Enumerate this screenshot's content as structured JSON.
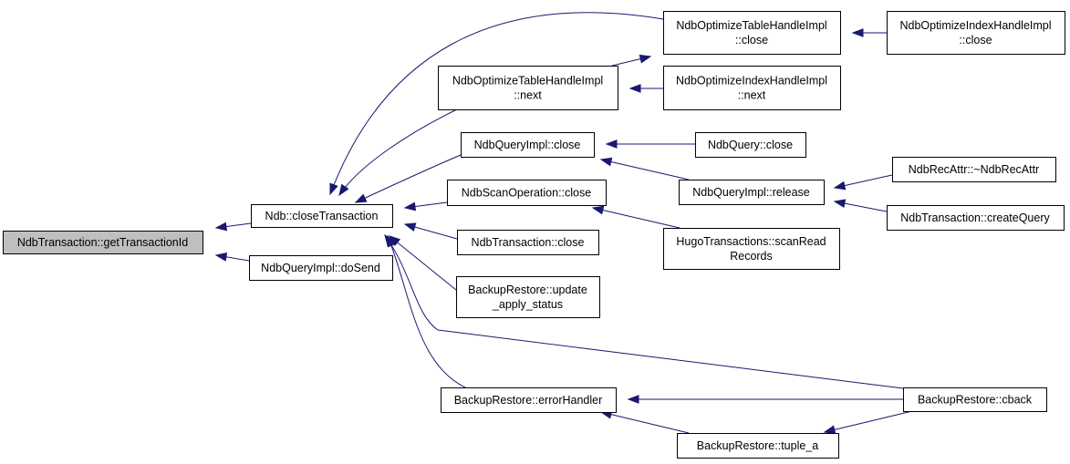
{
  "diagram": {
    "colors": {
      "edge": "#191970",
      "root_fill": "#bfbfbf",
      "node_fill": "#ffffff",
      "border": "#000000"
    },
    "nodes": [
      {
        "id": "getTransactionId",
        "lines": [
          "NdbTransaction::getTransactionId"
        ],
        "root": true
      },
      {
        "id": "closeTransaction",
        "lines": [
          "Ndb::closeTransaction"
        ]
      },
      {
        "id": "doSend",
        "lines": [
          "NdbQueryImpl::doSend"
        ]
      },
      {
        "id": "optTableNext",
        "lines": [
          "NdbOptimizeTableHandleImpl",
          "::next"
        ]
      },
      {
        "id": "optTableClose",
        "lines": [
          "NdbOptimizeTableHandleImpl",
          "::close"
        ]
      },
      {
        "id": "optIndexClose",
        "lines": [
          "NdbOptimizeIndexHandleImpl",
          "::close"
        ]
      },
      {
        "id": "optIndexNext",
        "lines": [
          "NdbOptimizeIndexHandleImpl",
          "::next"
        ]
      },
      {
        "id": "queryImplClose",
        "lines": [
          "NdbQueryImpl::close"
        ]
      },
      {
        "id": "queryClose",
        "lines": [
          "NdbQuery::close"
        ]
      },
      {
        "id": "queryImplRelease",
        "lines": [
          "NdbQueryImpl::release"
        ]
      },
      {
        "id": "recAttrDtor",
        "lines": [
          "NdbRecAttr::~NdbRecAttr"
        ]
      },
      {
        "id": "createQuery",
        "lines": [
          "NdbTransaction::createQuery"
        ]
      },
      {
        "id": "scanOpClose",
        "lines": [
          "NdbScanOperation::close"
        ]
      },
      {
        "id": "hugoScanRead",
        "lines": [
          "HugoTransactions::scanRead",
          "Records"
        ]
      },
      {
        "id": "transClose",
        "lines": [
          "NdbTransaction::close"
        ]
      },
      {
        "id": "updateApply",
        "lines": [
          "BackupRestore::update",
          "_apply_status"
        ]
      },
      {
        "id": "errorHandler",
        "lines": [
          "BackupRestore::errorHandler"
        ]
      },
      {
        "id": "cback",
        "lines": [
          "BackupRestore::cback"
        ]
      },
      {
        "id": "tupleA",
        "lines": [
          "BackupRestore::tuple_a"
        ]
      }
    ],
    "edges": [
      {
        "from": "closeTransaction",
        "to": "getTransactionId"
      },
      {
        "from": "doSend",
        "to": "getTransactionId"
      },
      {
        "from": "optTableClose",
        "to": "closeTransaction"
      },
      {
        "from": "optTableNext",
        "to": "closeTransaction"
      },
      {
        "from": "queryImplClose",
        "to": "closeTransaction"
      },
      {
        "from": "scanOpClose",
        "to": "closeTransaction"
      },
      {
        "from": "transClose",
        "to": "closeTransaction"
      },
      {
        "from": "updateApply",
        "to": "closeTransaction"
      },
      {
        "from": "cback",
        "to": "closeTransaction"
      },
      {
        "from": "errorHandler",
        "to": "closeTransaction"
      },
      {
        "from": "optTableNext",
        "to": "optTableClose"
      },
      {
        "from": "optIndexClose",
        "to": "optTableClose"
      },
      {
        "from": "optIndexNext",
        "to": "optTableNext"
      },
      {
        "from": "queryClose",
        "to": "queryImplClose"
      },
      {
        "from": "queryImplRelease",
        "to": "queryImplClose"
      },
      {
        "from": "recAttrDtor",
        "to": "queryImplRelease"
      },
      {
        "from": "createQuery",
        "to": "queryImplRelease"
      },
      {
        "from": "hugoScanRead",
        "to": "scanOpClose"
      },
      {
        "from": "cback",
        "to": "errorHandler"
      },
      {
        "from": "tupleA",
        "to": "errorHandler"
      },
      {
        "from": "cback",
        "to": "tupleA"
      }
    ]
  }
}
